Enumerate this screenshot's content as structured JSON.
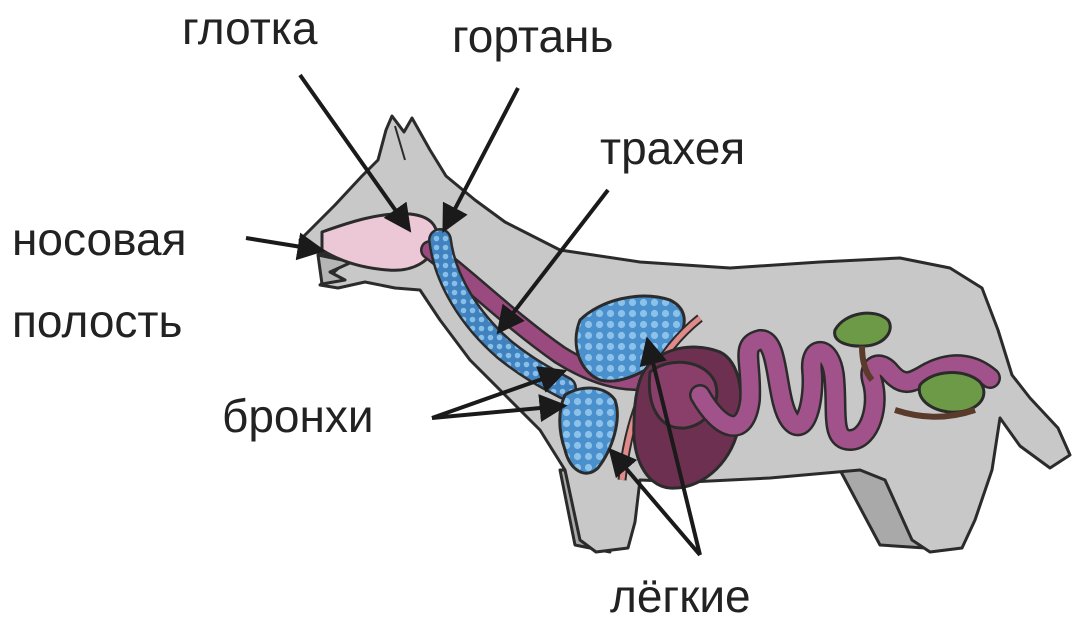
{
  "labels": {
    "pharynx": "глотка",
    "larynx": "гортань",
    "trachea": "трахея",
    "nasal_line1": "носовая",
    "nasal_line2": "полость",
    "bronchi": "бронхи",
    "lungs": "лёгкие"
  },
  "colors": {
    "body": "#c8c8c8",
    "body_dark": "#a9a9a9",
    "outline": "#2b2b2b",
    "nasal_cavity": "#ecc8d6",
    "airway_blue": "#5b9bd0",
    "lung_blue": "#4a90cc",
    "esophagus": "#9a4a7e",
    "intestine": "#a2528a",
    "liver": "#6e3050",
    "stomach": "#8a3e6a",
    "green_organ": "#6d9a46",
    "diaphragm": "#e08a8a"
  }
}
